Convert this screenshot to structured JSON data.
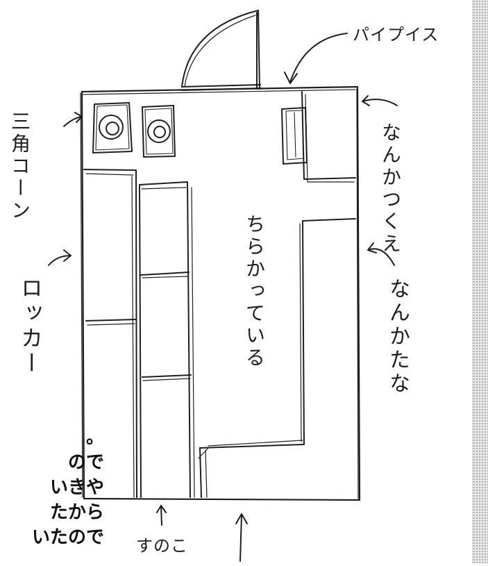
{
  "labels": {
    "pipe": "パイプイス",
    "corner": "三角コーン",
    "locker": "ロッカー",
    "desk": "なんかつくえ",
    "shelf": "なんかたな",
    "messy": "ちらかっている",
    "sunoko": "すのこ"
  },
  "side_text": {
    "lines": [
      "。",
      "ので",
      "いきや",
      "たから",
      "いたので"
    ]
  },
  "colors": {
    "ink": "#1e1e1e",
    "paper": "#ffffff",
    "tone": "#e7e7e7"
  }
}
